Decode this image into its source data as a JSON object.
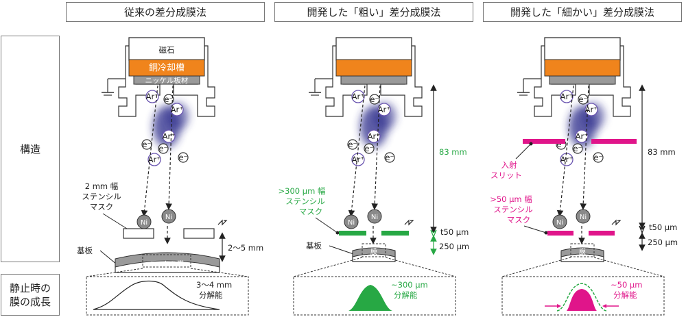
{
  "headers": {
    "conventional": "従来の差分成膜法",
    "coarse": "開発した「粗い」差分成膜法",
    "fine": "開発した「細かい」差分成膜法"
  },
  "rows": {
    "structure": "構造",
    "growth_line1": "静止時の",
    "growth_line2": "膜の成長"
  },
  "source": {
    "magnet": "磁石",
    "copper_tank": "銅冷却槽",
    "nickel_plate": "ニッケル板材"
  },
  "particles": {
    "argon": "Ar⁺",
    "electron": "e⁻",
    "nickel": "Ni"
  },
  "panel1": {
    "mask_line1": "2 mm 幅",
    "mask_line2": "ステンシル",
    "mask_line3": "マスク",
    "substrate": "基板",
    "film": "ニッケル膜",
    "gap": "2〜5 mm",
    "res_line1": "3〜4 mm",
    "res_line2": "分解能"
  },
  "panel2": {
    "distance": "83 mm",
    "mask_line1": ">300 µm 幅",
    "mask_line2": "ステンシル",
    "mask_line3": "マスク",
    "thickness": "t50 µm",
    "gap": "250 µm",
    "substrate": "基板",
    "film": "膜",
    "res_line1": "~300 µm",
    "res_line2": "分解能"
  },
  "panel3": {
    "distance": "83 mm",
    "slit_line1": "入射",
    "slit_line2": "スリット",
    "mask_line1": ">50 µm 幅",
    "mask_line2": "ステンシル",
    "mask_line3": "マスク",
    "thickness": "t50 µm",
    "gap": "250 µm",
    "film": "膜",
    "res_line1": "~50 µm",
    "res_line2": "分解能"
  },
  "colors": {
    "copper": "#f0841c",
    "nickel": "#9a9a9a",
    "plasma": "#2a2a8a",
    "green": "#27a844",
    "magenta": "#e0158a",
    "argon_ring": "#6a55b0"
  }
}
